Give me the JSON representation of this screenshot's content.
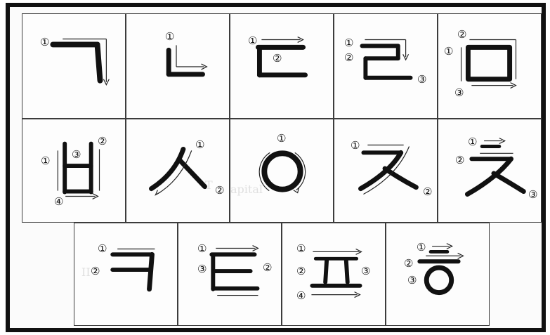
{
  "page": {
    "title": "Hangul consonant stroke order",
    "accent": "#111111"
  },
  "cells": [
    {
      "id": "giyeok",
      "letter": "ㄱ",
      "labels": [
        {
          "text": "①",
          "pos": "top-left"
        }
      ]
    },
    {
      "id": "nieun",
      "letter": "ㄴ",
      "labels": [
        {
          "text": "①",
          "pos": "top"
        }
      ]
    },
    {
      "id": "digeut",
      "letter": "ㄷ",
      "labels": [
        {
          "text": "①",
          "pos": "top-left"
        },
        {
          "text": "②",
          "pos": "center"
        }
      ]
    },
    {
      "id": "rieul",
      "letter": "ㄹ",
      "labels": [
        {
          "text": "①",
          "pos": "top-left"
        },
        {
          "text": "②",
          "pos": "middle-left"
        },
        {
          "text": "③",
          "pos": "bottom-right"
        }
      ]
    },
    {
      "id": "mieum",
      "letter": "ㅁ",
      "labels": [
        {
          "text": "②",
          "pos": "top"
        },
        {
          "text": "①",
          "pos": "left"
        },
        {
          "text": "③",
          "pos": "bottom-left"
        }
      ]
    },
    {
      "id": "bieup",
      "letter": "ㅂ",
      "labels": [
        {
          "text": "②",
          "pos": "top-right"
        },
        {
          "text": "③",
          "pos": "top"
        },
        {
          "text": "①",
          "pos": "left"
        },
        {
          "text": "④",
          "pos": "bottom-left"
        }
      ]
    },
    {
      "id": "siot",
      "letter": "ㅅ",
      "labels": [
        {
          "text": "①",
          "pos": "top"
        },
        {
          "text": "②",
          "pos": "bottom-right"
        }
      ]
    },
    {
      "id": "ieung",
      "letter": "ㅇ",
      "labels": [
        {
          "text": "①",
          "pos": "top"
        }
      ]
    },
    {
      "id": "jieut",
      "letter": "ㅈ",
      "labels": [
        {
          "text": "①",
          "pos": "top-left"
        },
        {
          "text": "②",
          "pos": "bottom-right"
        }
      ]
    },
    {
      "id": "chieut",
      "letter": "ㅊ",
      "labels": [
        {
          "text": "①",
          "pos": "top"
        },
        {
          "text": "②",
          "pos": "left"
        },
        {
          "text": "③",
          "pos": "bottom-right"
        }
      ]
    },
    {
      "id": "kieuk",
      "letter": "ㅋ",
      "labels": [
        {
          "text": "①",
          "pos": "top-left"
        },
        {
          "text": "②",
          "pos": "middle-left"
        }
      ]
    },
    {
      "id": "tieut",
      "letter": "ㅌ",
      "labels": [
        {
          "text": "①",
          "pos": "top-left"
        },
        {
          "text": "③",
          "pos": "middle-left"
        },
        {
          "text": "②",
          "pos": "middle-right"
        }
      ]
    },
    {
      "id": "pieup",
      "letter": "ㅍ",
      "labels": [
        {
          "text": "①",
          "pos": "top-left"
        },
        {
          "text": "②",
          "pos": "middle-left"
        },
        {
          "text": "③",
          "pos": "middle-right"
        },
        {
          "text": "④",
          "pos": "bottom-left"
        }
      ]
    },
    {
      "id": "hieut",
      "letter": "ㅎ",
      "labels": [
        {
          "text": "①",
          "pos": "top"
        },
        {
          "text": "②",
          "pos": "left"
        },
        {
          "text": "③",
          "pos": "middle-left"
        }
      ]
    }
  ]
}
